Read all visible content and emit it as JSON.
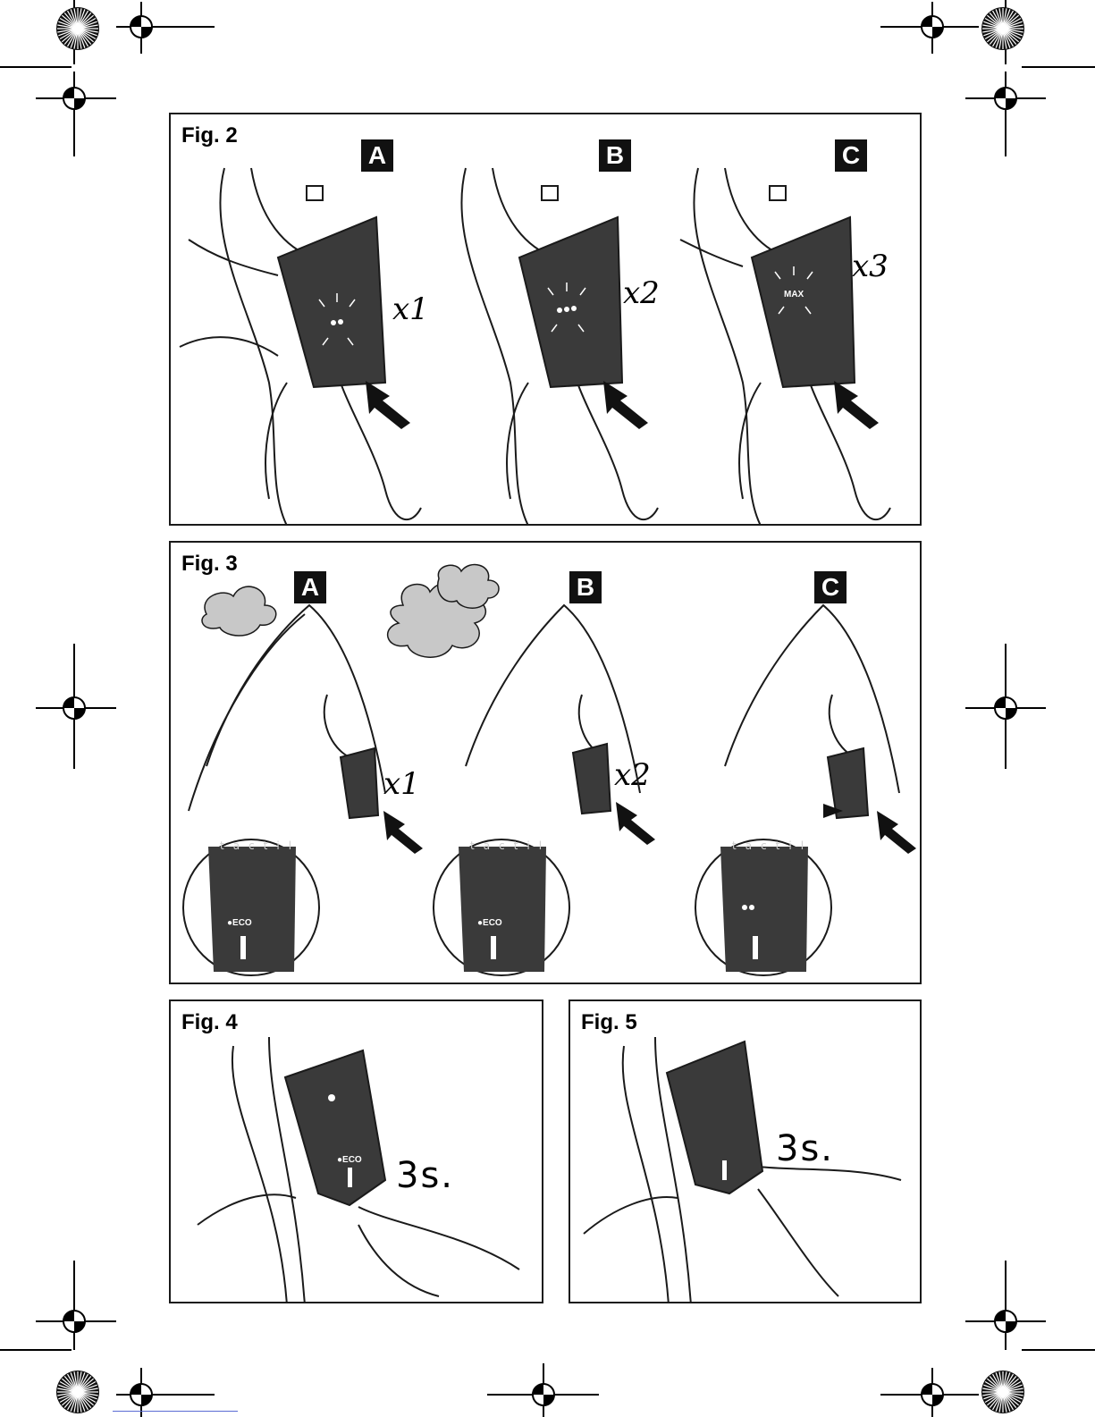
{
  "figures": {
    "fig2": {
      "title": "Fig. 2",
      "panels": [
        {
          "letter": "A",
          "multiplier": "x1"
        },
        {
          "letter": "B",
          "multiplier": "x2"
        },
        {
          "letter": "C",
          "multiplier": "x3"
        }
      ],
      "max_label": "MAX"
    },
    "fig3": {
      "title": "Fig. 3",
      "panels": [
        {
          "letter": "A",
          "multiplier": "x1",
          "brand": "tactil",
          "eco_label": "●ECO"
        },
        {
          "letter": "B",
          "multiplier": "x2",
          "brand": "tactil",
          "eco_label": "●ECO"
        },
        {
          "letter": "C",
          "brand": "tactil"
        }
      ]
    },
    "fig4": {
      "title": "Fig. 4",
      "duration": "3s.",
      "eco_label": "●ECO"
    },
    "fig5": {
      "title": "Fig. 5",
      "duration": "3s."
    }
  },
  "colors": {
    "panel_dark": "#3a3a3a",
    "line": "#1a1a1a",
    "steam": "#c8c8c8"
  }
}
